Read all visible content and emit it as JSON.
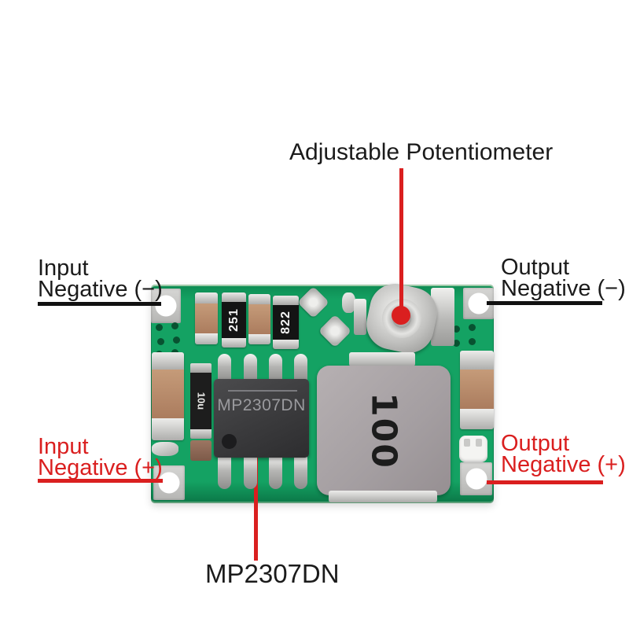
{
  "title": {
    "text": "Adjustable Potentiometer"
  },
  "labels": {
    "input_top": {
      "line1": "Input",
      "line2": "Negative (−)"
    },
    "output_top": {
      "line1": "Output",
      "line2": "Negative (−)"
    },
    "input_bottom": {
      "line1": "Input",
      "line2": "Negative (+)"
    },
    "output_bottom": {
      "line1": "Output",
      "line2": "Negative (+)"
    },
    "chip_callout": "MP2307DN"
  },
  "board": {
    "chip_marking": "MP2307DN",
    "resistor_markings": [
      "251",
      "822"
    ],
    "capacitor_marking": "10u",
    "inductor_marking": "100"
  },
  "colors": {
    "annotation_red": "#da1f1f",
    "annotation_black": "#1b1b1b",
    "pcb_green": "#14a263",
    "inductor_gray": "#a49ea1",
    "chip_black": "#3a3a3c"
  }
}
